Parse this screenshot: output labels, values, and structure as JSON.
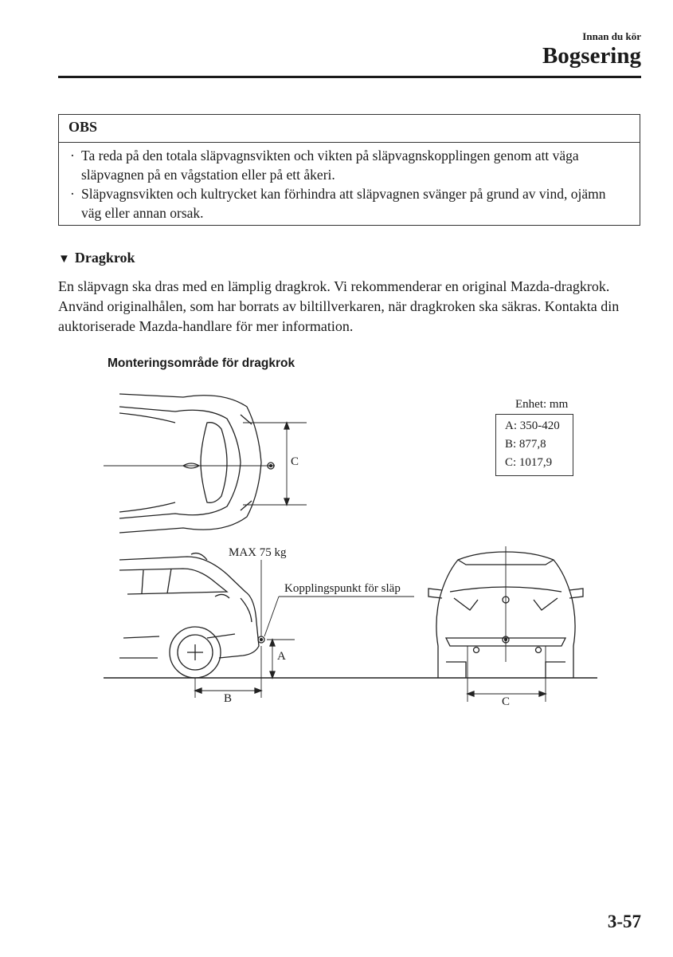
{
  "header": {
    "section": "Innan du kör",
    "title": "Bogsering"
  },
  "obs": {
    "label": "OBS",
    "items": [
      "Ta reda på den totala släpvagnsvikten och vikten på släpvagnskopplingen genom att väga släpvagnen på en vågstation eller på ett åkeri.",
      "Släpvagnsvikten och kultrycket kan förhindra att släpvagnen svänger på grund av vind, ojämn väg eller annan orsak."
    ]
  },
  "section": {
    "marker": "▼",
    "heading": "Dragkrok",
    "body": "En släpvagn ska dras med en lämplig dragkrok. Vi rekommenderar en original Mazda-dragkrok. Använd originalhålen, som har borrats av biltillverkaren, när dragkroken ska säkras. Kontakta din auktoriserade Mazda-handlare för mer information."
  },
  "figure": {
    "caption": "Monteringsområde för dragkrok",
    "units": {
      "title": "Enhet: mm",
      "rows": [
        "A: 350-420",
        "B: 877,8",
        "C: 1017,9"
      ]
    },
    "labels": {
      "c_top": "C",
      "max_load": "MAX 75 kg",
      "coupling_point": "Kopplingspunkt för släp",
      "a": "A",
      "b": "B",
      "c_rear": "C"
    }
  },
  "page_number": "3-57"
}
